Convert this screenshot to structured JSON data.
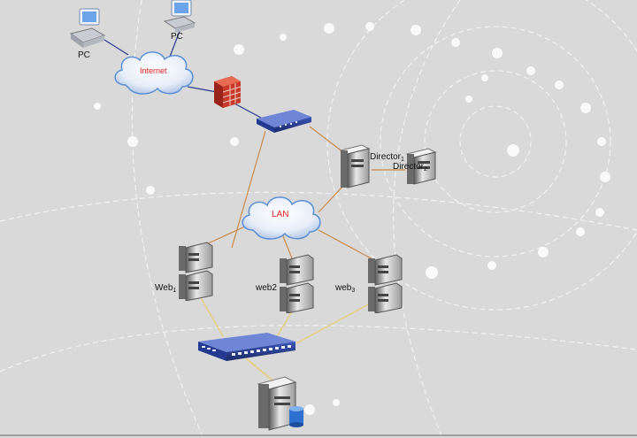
{
  "labels": {
    "pc_left": "PC",
    "pc_right": "PC",
    "internet": "Internet",
    "lan": "LAN",
    "director1": "Director",
    "director1_sub": "1",
    "director2": "Director",
    "director2_sub": "2",
    "web1": "Web",
    "web1_sub": "1",
    "web2": "web2",
    "web3": "web",
    "web3_sub": "3"
  },
  "colors": {
    "background": "#d9d9d9",
    "link_orange": "#c98a4a",
    "link_yellow": "#e6d08a",
    "link_blue": "#2a3c8c",
    "cloud_blue": "#5a8fd6",
    "cloud_text": "#e0201e"
  },
  "icons": [
    "pc-icon",
    "cloud-icon",
    "firewall-icon",
    "router-icon",
    "server-icon",
    "switch-icon",
    "database-icon"
  ]
}
